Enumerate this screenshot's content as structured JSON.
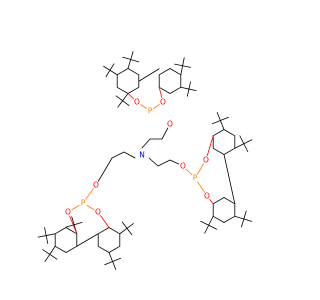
{
  "atom_labels": {
    "nitrogen": "N",
    "oxygen": "O",
    "phosphorus": "P"
  },
  "colors": {
    "background": "#ffffff",
    "bond": "#000000",
    "nitrogen": "#0000ff",
    "oxygen": "#ff0000",
    "phosphorus": "#ff8000"
  }
}
